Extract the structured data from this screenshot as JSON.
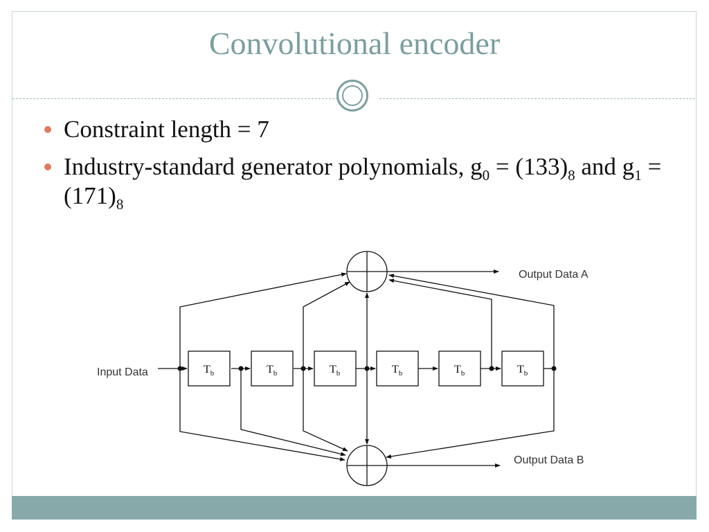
{
  "slide": {
    "title": "Convolutional encoder",
    "bullets": [
      {
        "text": "Constraint length = 7"
      },
      {
        "pre": "Industry-standard generator polynomials, g",
        "sub1": "0",
        "mid1": " = (133)",
        "sub2": "8",
        "mid2": " and g",
        "sub3": "1",
        "mid3": " = (171)",
        "sub4": "8"
      }
    ]
  },
  "diagram": {
    "input_label": "Input Data",
    "output_a_label": "Output Data A",
    "output_b_label": "Output Data B",
    "register_label": "T",
    "register_sub": "b",
    "register_count": 6
  },
  "colors": {
    "title": "#7a9e9f",
    "bullet": "#e07b5d",
    "band": "#88a9aa"
  }
}
